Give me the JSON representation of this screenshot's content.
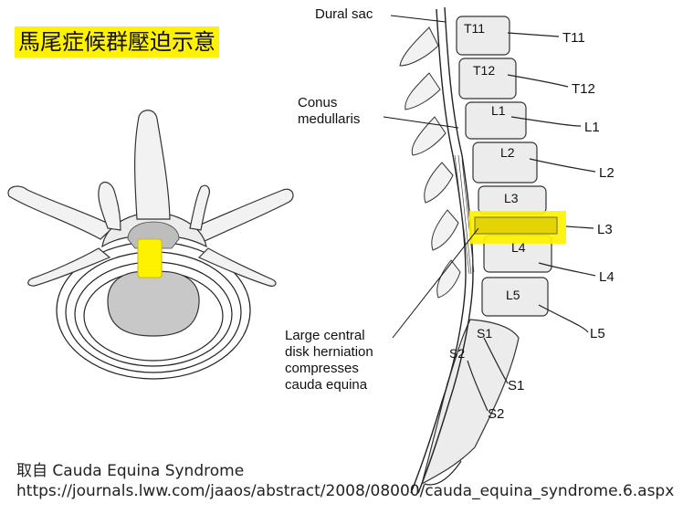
{
  "title": "馬尾症候群壓迫示意",
  "source": {
    "prefix": "取自",
    "name": "Cauda Equina Syndrome",
    "url": "https://journals.lww.com/jaaos/abstract/2008/08000/cauda_equina_syndrome.6.aspx"
  },
  "labels": {
    "dural_sac": "Dural sac",
    "conus_1": "Conus",
    "conus_2": "medullaris",
    "herniation_1": "Large central",
    "herniation_2": "disk herniation",
    "herniation_3": "compresses",
    "herniation_4": "cauda equina"
  },
  "vertebrae_inner": [
    "T11",
    "T12",
    "L1",
    "L2",
    "L3",
    "L4",
    "L5",
    "S1",
    "S2"
  ],
  "vertebrae_outer": [
    "T11",
    "T12",
    "L1",
    "L2",
    "L3",
    "L4",
    "L5",
    "S1",
    "S2"
  ],
  "colors": {
    "highlight": "#fff200",
    "bone_fill": "#ececec",
    "disk_fill": "#cfcfcf"
  }
}
